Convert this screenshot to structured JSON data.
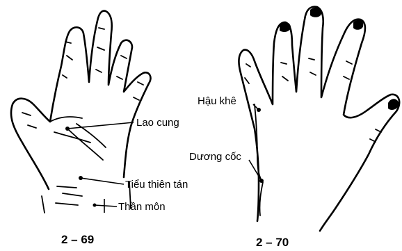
{
  "figures": [
    {
      "id": "palm",
      "caption": "2 – 69",
      "points": [
        {
          "label": "Lao cung"
        },
        {
          "label": "Tiểu thiên tán"
        },
        {
          "label": "Thần môn"
        }
      ]
    },
    {
      "id": "back",
      "caption": "2 – 70",
      "points": [
        {
          "label": "Hậu khê"
        },
        {
          "label": "Dương cốc"
        }
      ]
    }
  ]
}
